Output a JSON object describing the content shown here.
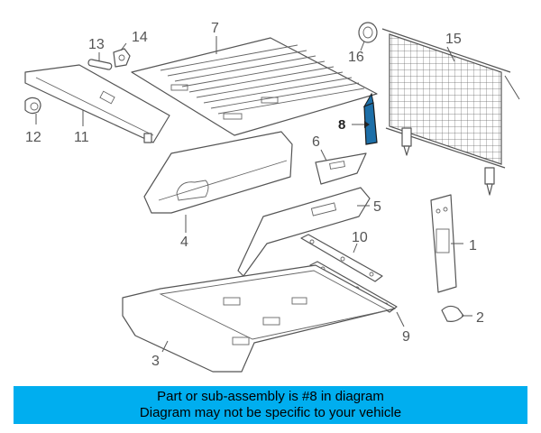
{
  "callouts": {
    "c1": "1",
    "c2": "2",
    "c3": "3",
    "c4": "4",
    "c5": "5",
    "c6": "6",
    "c7": "7",
    "c8": "8",
    "c9": "9",
    "c10": "10",
    "c11": "11",
    "c12": "12",
    "c13": "13",
    "c14": "14",
    "c15": "15",
    "c16": "16"
  },
  "highlight": {
    "part_color": "#1d6fa8",
    "banner_color": "#00aeef"
  },
  "banner": {
    "line1": "Part or sub-assembly is #8 in diagram",
    "line2": "Diagram may not be specific to your vehicle"
  }
}
